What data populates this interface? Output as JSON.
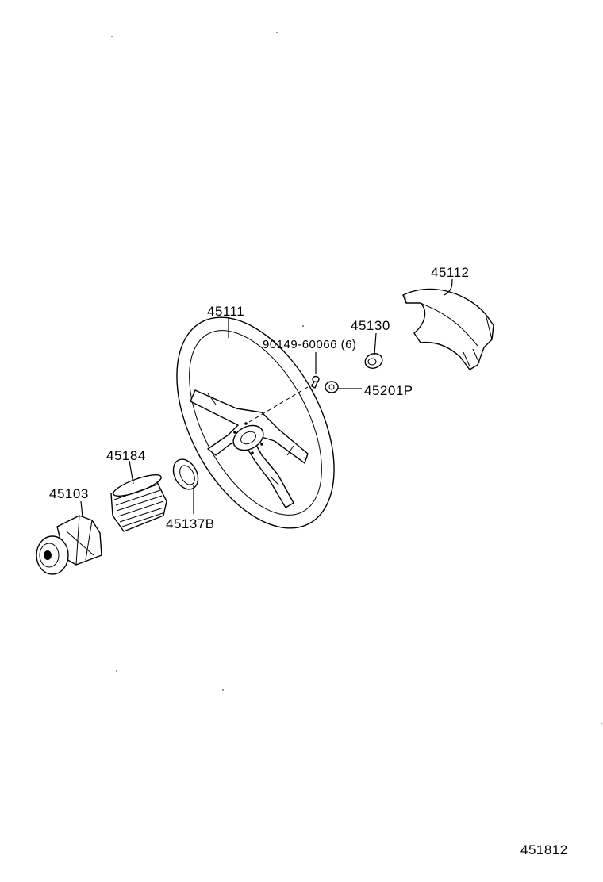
{
  "labels": {
    "wheel": "45111",
    "pad": "45112",
    "emblem": "45130",
    "screw": "90149-60066 (6)",
    "plate": "45201P",
    "boss_cover": "45184",
    "boss": "45103",
    "ring": "45137B",
    "figure_no": "451812"
  }
}
